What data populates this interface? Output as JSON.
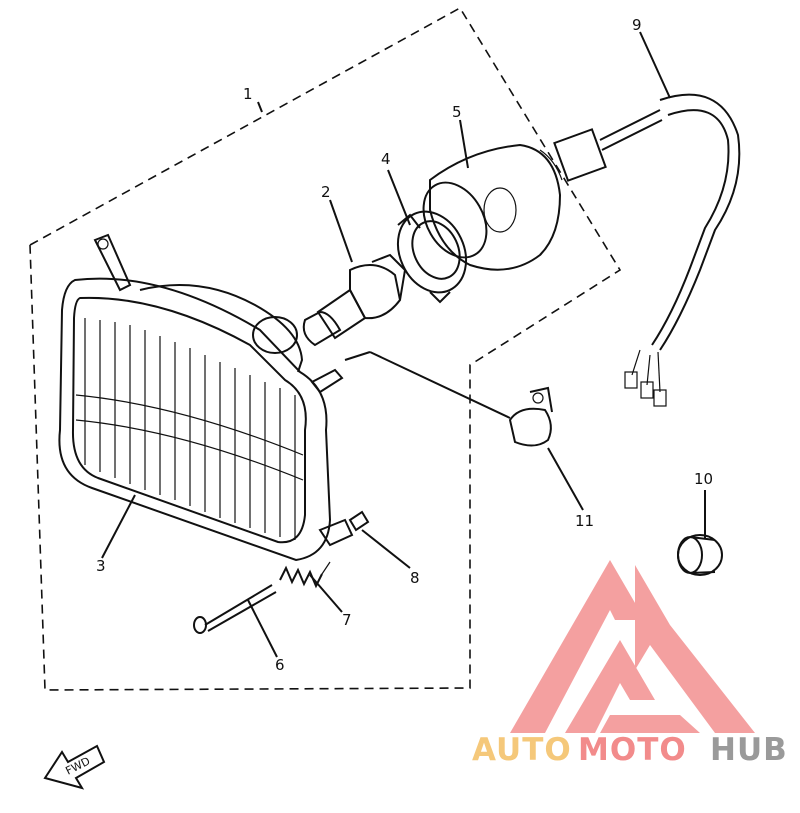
{
  "parts": [
    {
      "number": "1"
    },
    {
      "number": "2"
    },
    {
      "number": "3"
    },
    {
      "number": "4"
    },
    {
      "number": "5"
    },
    {
      "number": "6"
    },
    {
      "number": "7"
    },
    {
      "number": "8"
    },
    {
      "number": "9"
    },
    {
      "number": "10"
    },
    {
      "number": "11"
    }
  ],
  "fwd_arrow": {
    "label": "FWD"
  },
  "watermark": {
    "word_1": "AUTO",
    "word_2": "MOTO",
    "word_3": "HUB",
    "colors": {
      "auto": "#f5c87a",
      "moto": "#f28b8b",
      "hub": "#9a9a9a",
      "logo": "#f4a0a0"
    }
  }
}
